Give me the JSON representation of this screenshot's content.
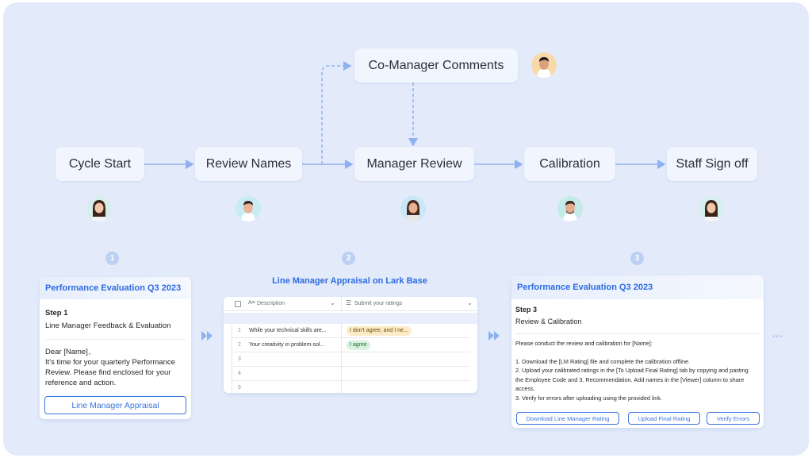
{
  "flow": {
    "nodes": [
      {
        "label": "Cycle Start"
      },
      {
        "label": "Review Names"
      },
      {
        "label": "Co-Manager Comments"
      },
      {
        "label": "Manager Review"
      },
      {
        "label": "Calibration"
      },
      {
        "label": "Staff Sign off"
      }
    ],
    "steps": [
      "1",
      "2",
      "3"
    ]
  },
  "card1": {
    "title": "Performance Evaluation Q3 2023",
    "step": "Step 1",
    "subtitle": "Line Manager Feedback & Evaluation",
    "greeting": "Dear [Name] ,",
    "body_lines": [
      "It's time for your quarterly Performance",
      "Review. Please find enclosed for your",
      "reference and action."
    ],
    "button": "Line Manager Appraisal"
  },
  "base": {
    "title": "Line Manager Appraisal on Lark Base",
    "col1": "Description",
    "col2": "Submit your ratings",
    "rows": [
      {
        "num": "1",
        "desc": "While your technical skills are...",
        "rating": "I don't agree, and I ne..."
      },
      {
        "num": "2",
        "desc": "Your creativity in problem-sol...",
        "rating": "I agree"
      },
      {
        "num": "3",
        "desc": "",
        "rating": ""
      },
      {
        "num": "4",
        "desc": "",
        "rating": ""
      },
      {
        "num": "5",
        "desc": "",
        "rating": ""
      }
    ]
  },
  "card3": {
    "title": "Performance Evaluation Q3 2023",
    "step": "Step 3",
    "subtitle": "Review & Calibration",
    "intro": "Please conduct the review and calibration for [Name]:",
    "lines": [
      "1. Download the [LM Rating] file and complete the calibration offline.",
      "2. Upload your calibrated ratings in the [To Upload Final Rating] tab by copying and pasting",
      "the Employee Code and 3. Recommendation. Add names in the [Viewer] column to share",
      "access.",
      "3. Verify for errors after uploading using the provided link."
    ],
    "buttons": [
      "Download Line Manager Rating",
      "Upload Final Rating",
      "Verify Errors"
    ]
  },
  "more": "•••",
  "colors": {
    "accent": "#3a74e0",
    "background": "#e3ebfb",
    "arrow": "#8fb1ef"
  }
}
